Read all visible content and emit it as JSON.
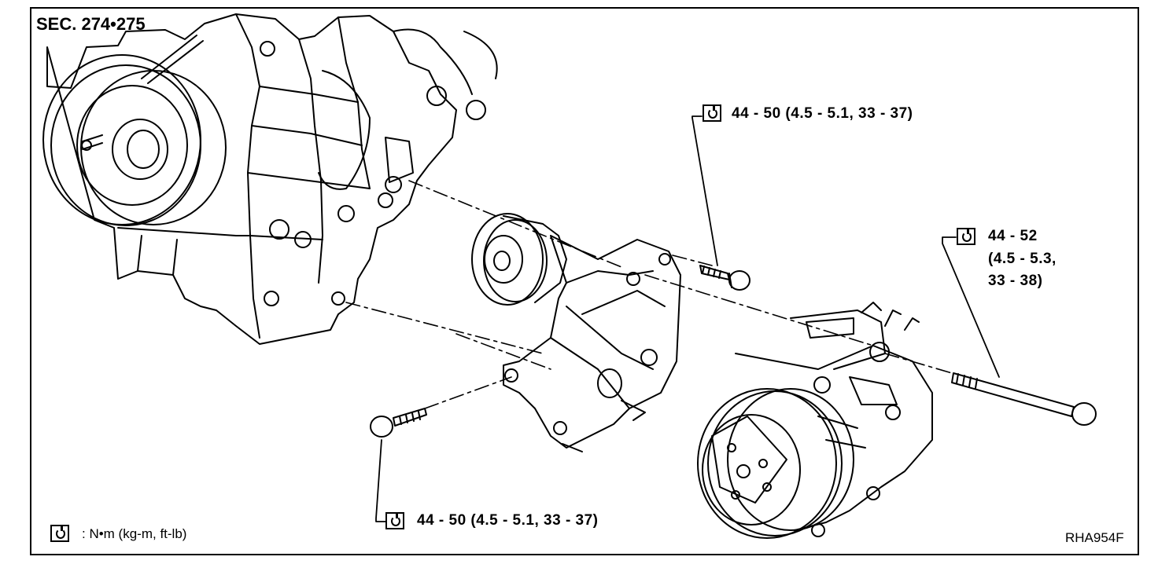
{
  "section": "SEC. 274•275",
  "figure_id": "RHA954F",
  "legend": {
    "icon": "torque-wrench-icon",
    "text": ": N•m (kg-m, ft-lb)"
  },
  "torque": {
    "upper_bolt": "44 - 50 (4.5 - 5.1, 33 - 37)",
    "lower_bolt": "44 - 50 (4.5 - 5.1, 33 - 37)",
    "through_bolt": {
      "line1": "44 - 52",
      "line2": "(4.5 - 5.3,",
      "line3": "33 - 38)"
    }
  }
}
